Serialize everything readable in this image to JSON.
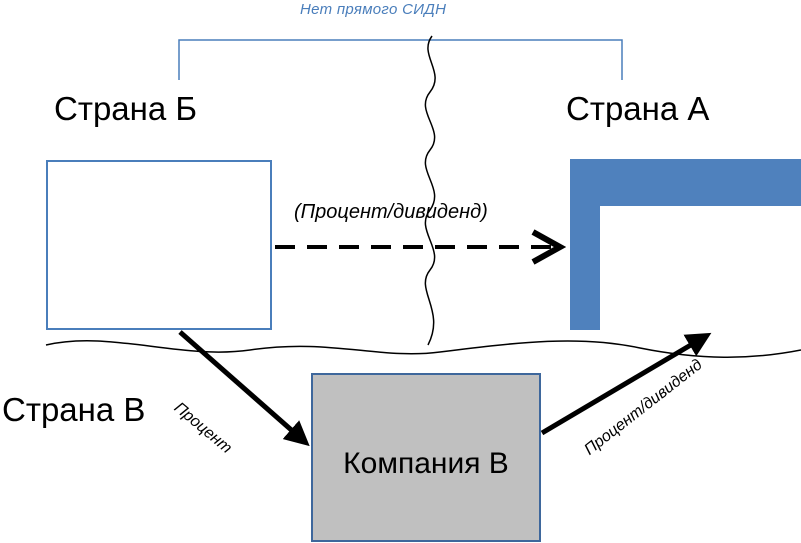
{
  "top_note": "Нет прямого СИДН",
  "countries": {
    "b": "Страна Б",
    "a": "Страна А",
    "c": "Страна В"
  },
  "flows": {
    "b_to_a": "(Процент/дивиденд)",
    "b_to_c": "Процент",
    "c_to_a": "Процент/дивиденд"
  },
  "companies": {
    "c": "Компания В"
  },
  "colors": {
    "accent": "#4a7ebb",
    "company_a_fill": "#4f81bd",
    "company_c_fill": "#c0c0c0",
    "company_c_border": "#3e679c"
  }
}
